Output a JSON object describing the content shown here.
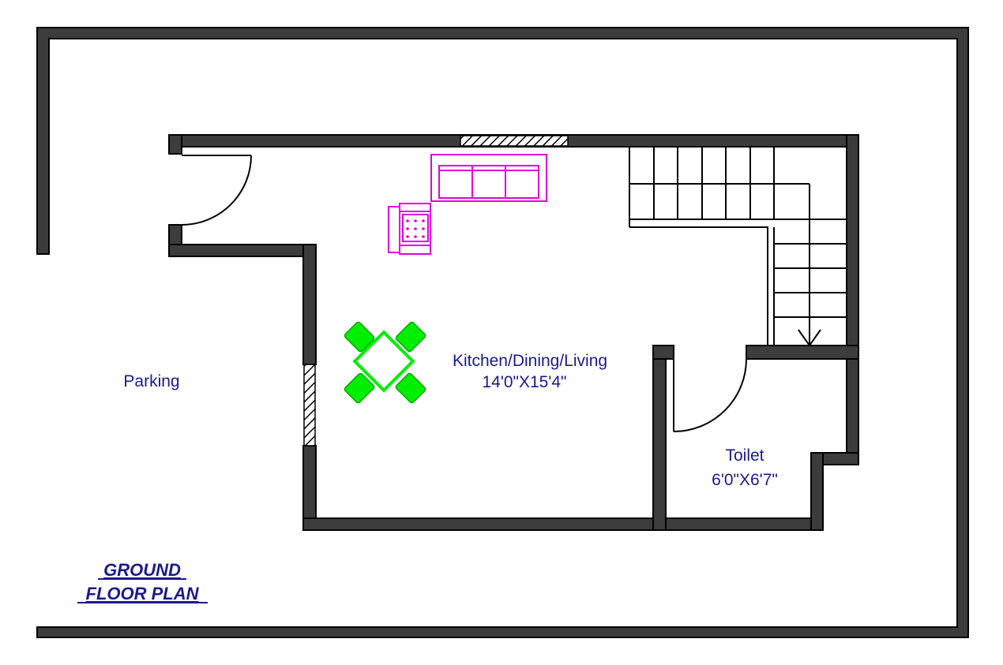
{
  "rooms": {
    "parking": {
      "label": "Parking"
    },
    "kitchen": {
      "label": "Kitchen/Dining/Living",
      "size": "14'0\"X15'4\""
    },
    "toilet": {
      "label": "Toilet",
      "size": "6'0\"X6'7\""
    }
  },
  "title": {
    "line1": "GROUND",
    "line2": "FLOOR PLAN"
  },
  "colors": {
    "wall": "#3c3c3c",
    "label": "#1a1a8c",
    "sofa": "#e000e0",
    "dining": "#00ee00"
  }
}
